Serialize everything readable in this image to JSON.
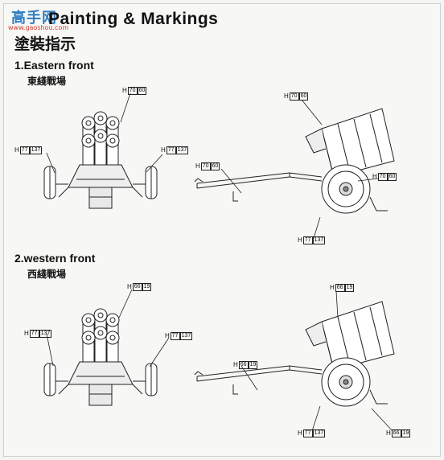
{
  "watermark": {
    "logo": "高手网",
    "url": "www.gaoshou.com"
  },
  "header": {
    "title": "Painting & Markings",
    "subtitle": "塗裝指示"
  },
  "sections": [
    {
      "title": "1.Eastern front",
      "subtitle": "東綫戰場"
    },
    {
      "title": "2.western front",
      "subtitle": "西綫戰場"
    }
  ],
  "codes": {
    "s1_top": {
      "prefix": "H",
      "a": "70",
      "b": "60"
    },
    "s1_left": {
      "prefix": "H",
      "a": "77",
      "b": "137"
    },
    "s1_right": {
      "prefix": "H",
      "a": "77",
      "b": "137"
    },
    "s1_side_top": {
      "prefix": "H",
      "a": "70",
      "b": "60"
    },
    "s1_side_left": {
      "prefix": "H",
      "a": "70",
      "b": "60"
    },
    "s1_side_right": {
      "prefix": "H",
      "a": "70",
      "b": "60"
    },
    "s1_side_bottom": {
      "prefix": "H",
      "a": "77",
      "b": "137"
    },
    "s2_top": {
      "prefix": "H",
      "a": "66",
      "b": "19"
    },
    "s2_left": {
      "prefix": "H",
      "a": "77",
      "b": "137"
    },
    "s2_right": {
      "prefix": "H",
      "a": "77",
      "b": "137"
    },
    "s2_side_top": {
      "prefix": "H",
      "a": "66",
      "b": "19"
    },
    "s2_side_left": {
      "prefix": "H",
      "a": "66",
      "b": "19"
    },
    "s2_side_bottom": {
      "prefix": "H",
      "a": "77",
      "b": "137"
    },
    "s2_side_right": {
      "prefix": "H",
      "a": "66",
      "b": "19"
    }
  }
}
